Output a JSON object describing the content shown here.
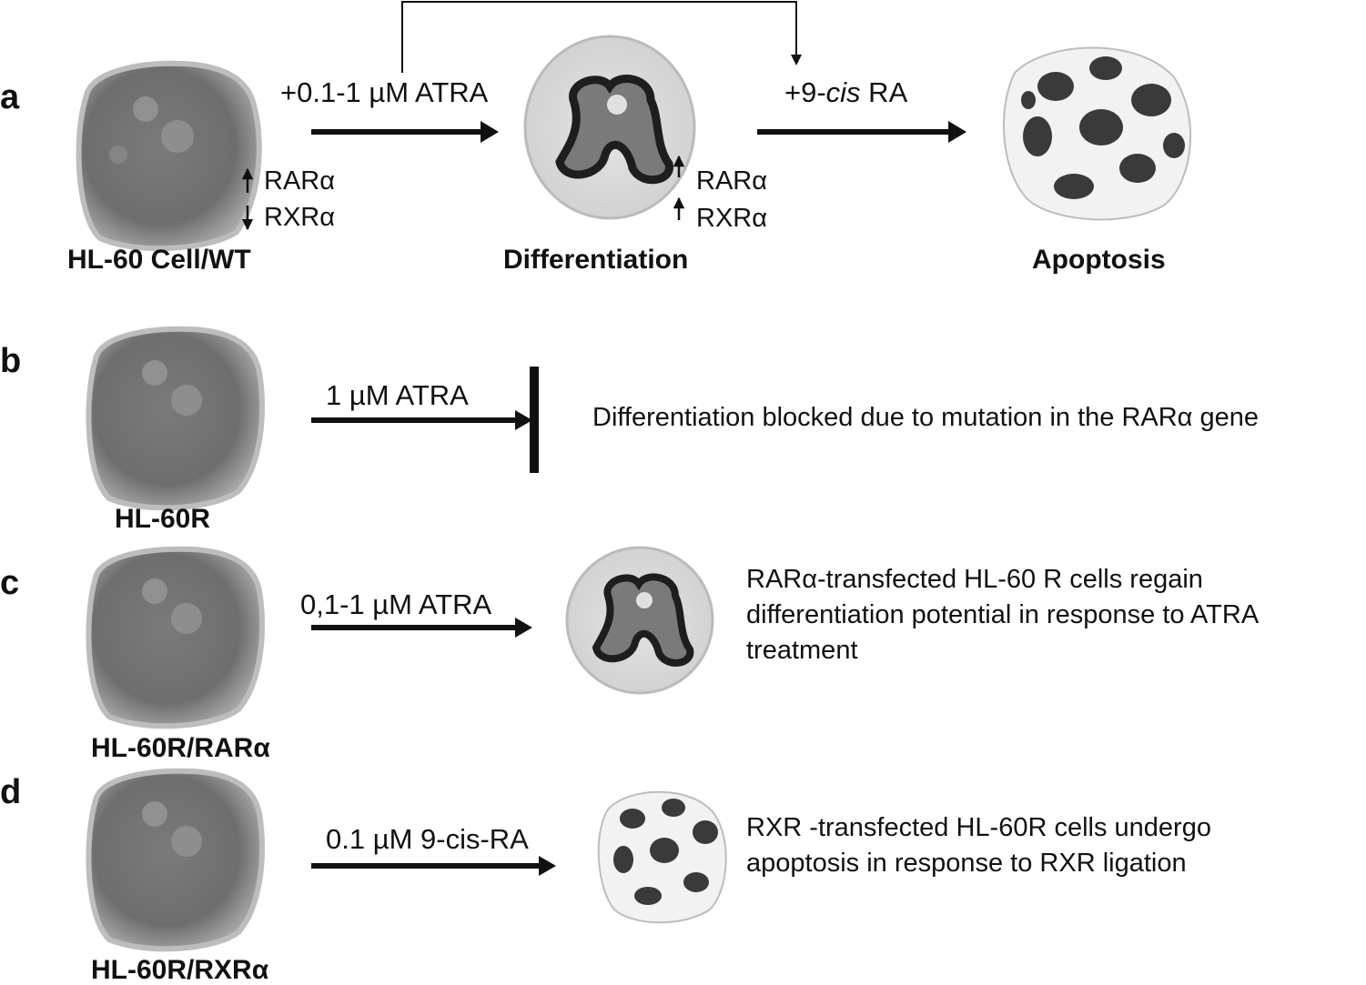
{
  "panels": {
    "a": {
      "letter": "a",
      "start_label": "HL-60 Cell/WT",
      "arrow1_label": "+0.1-1 µM ATRA",
      "arrow2_label_prefix": "+9-",
      "arrow2_label_italic": "cis",
      "arrow2_label_suffix": " RA",
      "wt_receptor1": "RARα",
      "wt_receptor2": "RXRα",
      "wt_receptor1_direction": "up",
      "wt_receptor2_direction": "down",
      "diff_receptor1": "RARα",
      "diff_receptor2": "RXRα",
      "diff_receptor1_direction": "up",
      "diff_receptor2_direction": "up",
      "middle_label": "Differentiation",
      "end_label": "Apoptosis"
    },
    "b": {
      "letter": "b",
      "cell_label": "HL-60R",
      "arrow_label": "1 µM ATRA",
      "description": "Differentiation blocked due to mutation in the RARα gene"
    },
    "c": {
      "letter": "c",
      "cell_label": "HL-60R/RARα",
      "arrow_label": "0,1-1 µM ATRA",
      "description": "RARα-transfected HL-60 R cells regain differentiation potential in response to ATRA treatment"
    },
    "d": {
      "letter": "d",
      "cell_label": "HL-60R/RXRα",
      "arrow_label": "0.1 µM 9-cis-RA",
      "description": "RXR -transfected HL-60R cells undergo apoptosis in response to RXR ligation"
    }
  },
  "colors": {
    "ink": "#111111",
    "cell_body": "#8a8a8a",
    "cell_edge": "#b8b8b8",
    "nucleus_dark": "#2a2a2a",
    "apoptotic_blob": "#3a3a3a"
  }
}
